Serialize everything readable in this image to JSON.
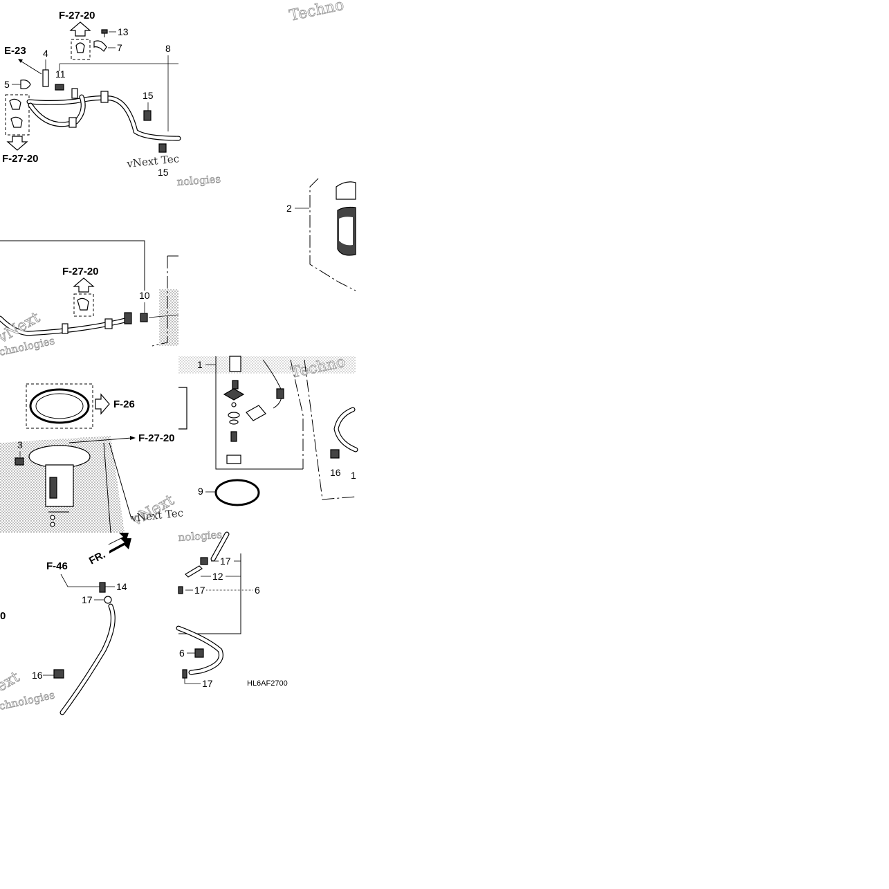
{
  "diagram": {
    "code": "HL6AF2700",
    "references": {
      "top_up": "F-27-20",
      "e23": "E-23",
      "left_down": "F-27-20",
      "mid_up": "F-27-20",
      "f26": "F-26",
      "right_arrow": "F-27-20",
      "f46": "F-46",
      "front": "FR."
    },
    "callouts": {
      "c13": "13",
      "c7": "7",
      "c8": "8",
      "c4": "4",
      "c11": "11",
      "c5": "5",
      "c15a": "15",
      "c15b": "15",
      "c2": "2",
      "c10": "10",
      "c1": "1",
      "c3": "3",
      "c9": "9",
      "c16a": "16",
      "c1b": "1",
      "c14": "14",
      "c17a": "17",
      "c17b": "17",
      "c12": "12",
      "c17c": "17",
      "c6a": "6",
      "c6b": "6",
      "c17d": "17",
      "c16b": "16",
      "c0": "0"
    },
    "watermarks": {
      "w1": "Techno",
      "w2": "vNext Tec",
      "w3": "nologies",
      "w4": "vNext",
      "w5": "ext",
      "w6": "chnologies",
      "w7": "Techno",
      "w8": "vNext Tec",
      "w9": "nologies",
      "w10": "ext",
      "w11": "chnologies"
    }
  }
}
